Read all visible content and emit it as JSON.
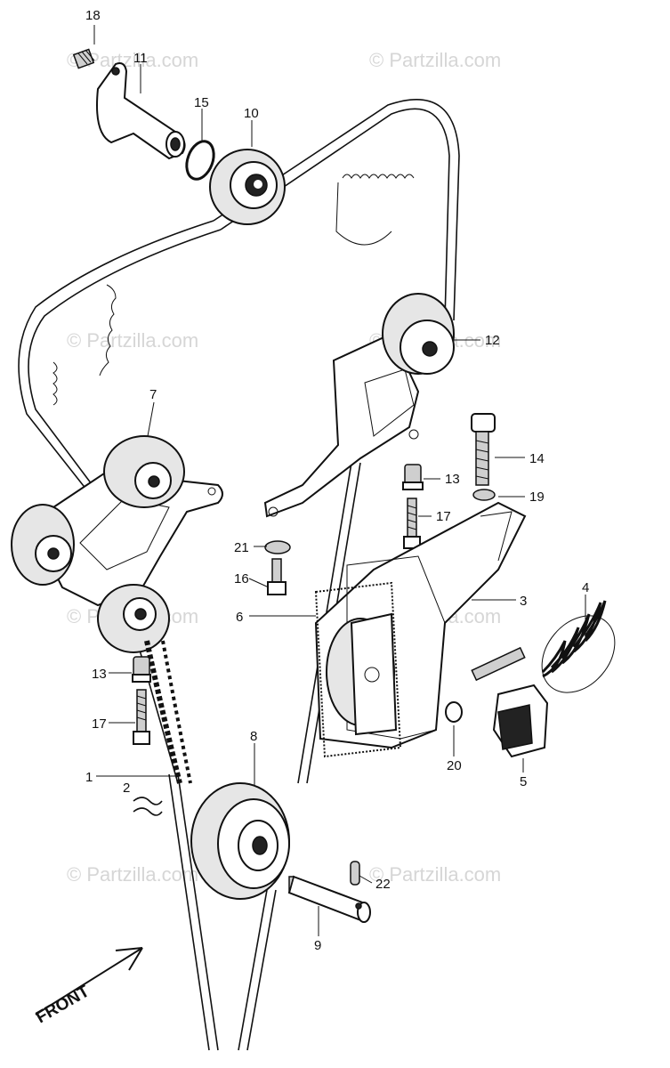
{
  "watermark": {
    "text": "© Partzilla.com"
  },
  "front_label": "FRONT",
  "callouts": [
    {
      "id": "18",
      "label": "18"
    },
    {
      "id": "11",
      "label": "11"
    },
    {
      "id": "15",
      "label": "15"
    },
    {
      "id": "10",
      "label": "10"
    },
    {
      "id": "12",
      "label": "12"
    },
    {
      "id": "7",
      "label": "7"
    },
    {
      "id": "14",
      "label": "14"
    },
    {
      "id": "13a",
      "label": "13"
    },
    {
      "id": "19",
      "label": "19"
    },
    {
      "id": "17a",
      "label": "17"
    },
    {
      "id": "21",
      "label": "21"
    },
    {
      "id": "16",
      "label": "16"
    },
    {
      "id": "3",
      "label": "3"
    },
    {
      "id": "6",
      "label": "6"
    },
    {
      "id": "4",
      "label": "4"
    },
    {
      "id": "13b",
      "label": "13"
    },
    {
      "id": "17b",
      "label": "17"
    },
    {
      "id": "20",
      "label": "20"
    },
    {
      "id": "5",
      "label": "5"
    },
    {
      "id": "8",
      "label": "8"
    },
    {
      "id": "1",
      "label": "1"
    },
    {
      "id": "2",
      "label": "2"
    },
    {
      "id": "22",
      "label": "22"
    },
    {
      "id": "9",
      "label": "9"
    }
  ]
}
